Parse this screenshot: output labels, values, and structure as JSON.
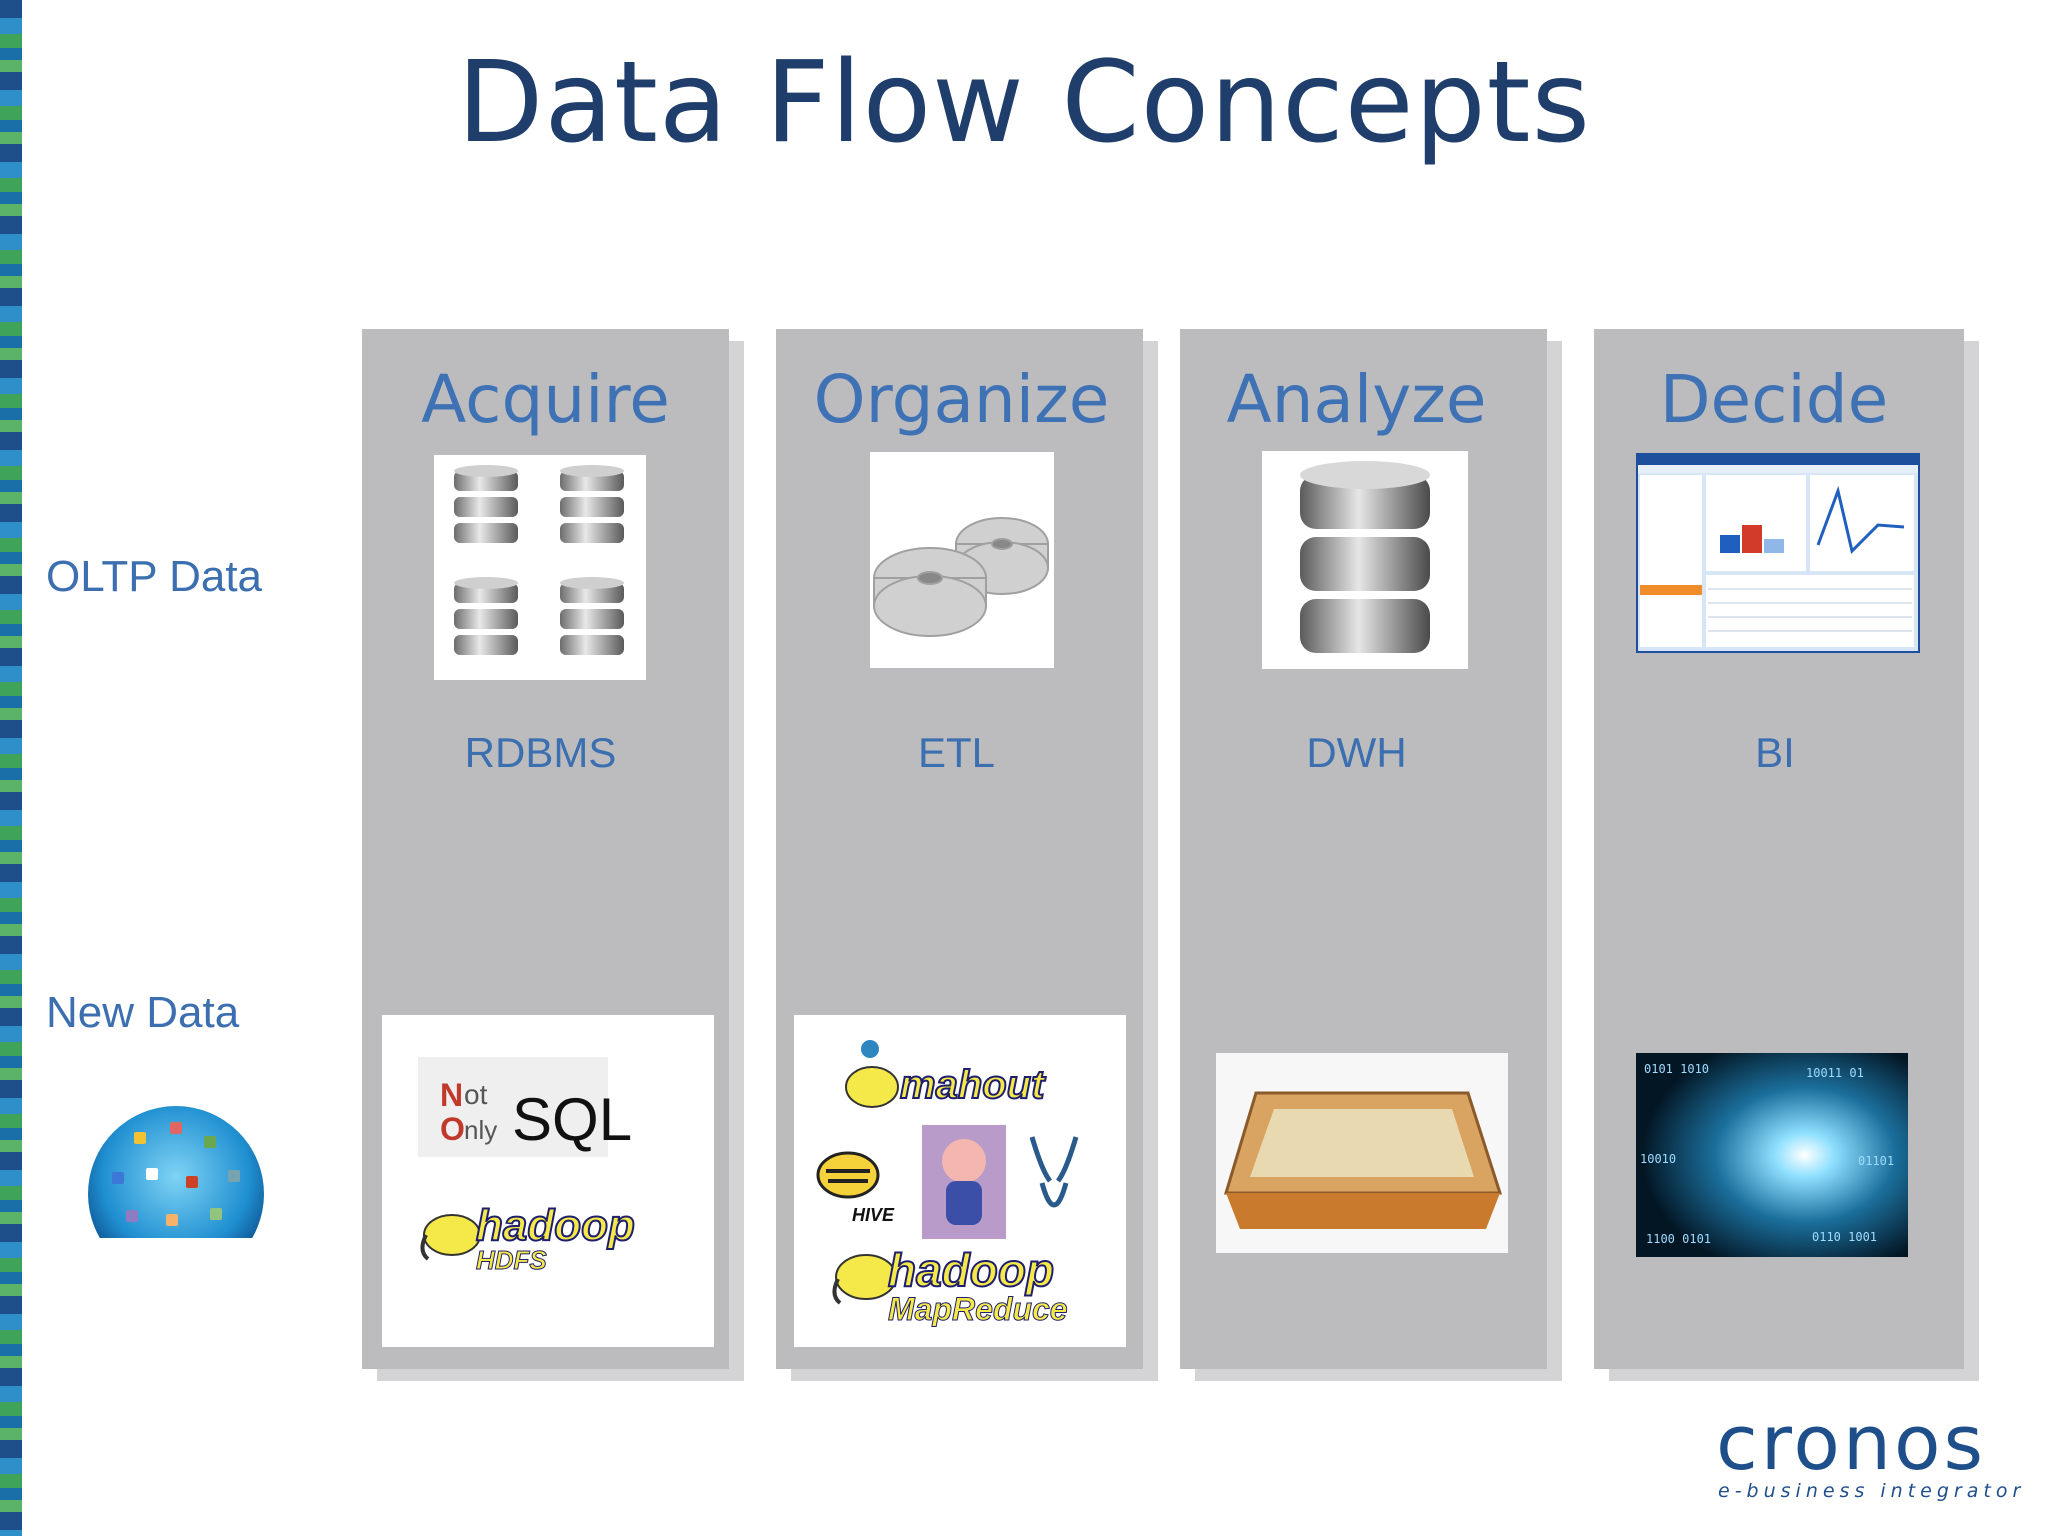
{
  "title": "Data Flow Concepts",
  "row_labels": {
    "oltp": "OLTP Data",
    "new": "New Data"
  },
  "columns": [
    {
      "heading": "Acquire",
      "sub": "RDBMS",
      "icon": "database-stack-icon"
    },
    {
      "heading": "Organize",
      "sub": "ETL",
      "icon": "gears-icon"
    },
    {
      "heading": "Analyze",
      "sub": "DWH",
      "icon": "data-warehouse-icon"
    },
    {
      "heading": "Decide",
      "sub": "BI",
      "icon": "bi-dashboard-screenshot"
    }
  ],
  "nosql": {
    "n": "N",
    "ot": "ot",
    "o": "O",
    "nly": "nly",
    "sql": "SQL"
  },
  "hadoop_hdfs": {
    "word": "hadoop",
    "sub": "HDFS"
  },
  "mahout": "mahout",
  "hive": "HIVE",
  "hadoop_mr": {
    "word": "hadoop",
    "sub": "MapReduce"
  },
  "brand": {
    "name": "cronos",
    "tagline": "e-business integrator"
  },
  "colors": {
    "title": "#1f3e6b",
    "accent": "#3f72b5",
    "column_bg": "#bcbcbe"
  }
}
